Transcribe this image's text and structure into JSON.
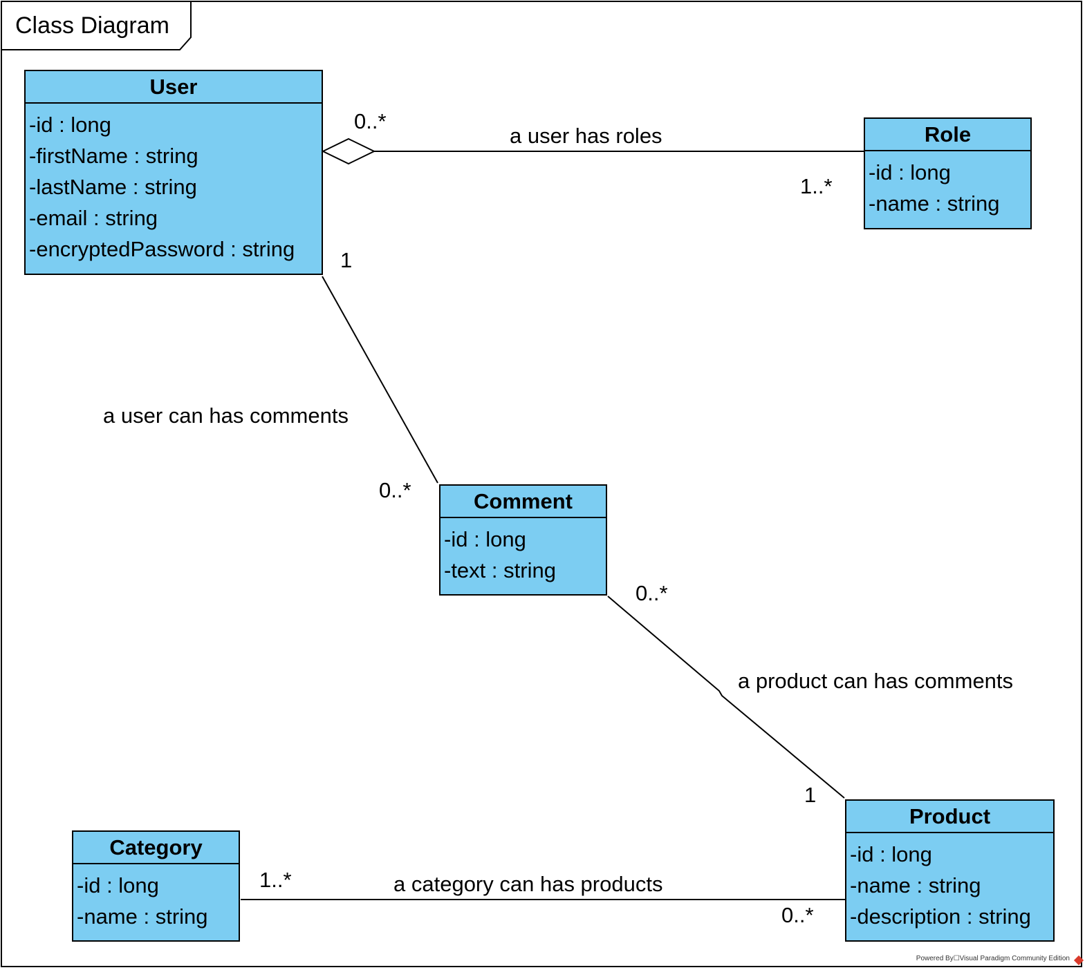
{
  "frame": {
    "title": "Class Diagram"
  },
  "classes": {
    "user": {
      "name": "User",
      "attributes": [
        "-id : long",
        "-firstName : string",
        "-lastName : string",
        "-email : string",
        "-encryptedPassword : string"
      ]
    },
    "role": {
      "name": "Role",
      "attributes": [
        "-id : long",
        "-name : string"
      ]
    },
    "comment": {
      "name": "Comment",
      "attributes": [
        "-id : long",
        "-text : string"
      ]
    },
    "product": {
      "name": "Product",
      "attributes": [
        "-id : long",
        "-name : string",
        "-description : string"
      ]
    },
    "category": {
      "name": "Category",
      "attributes": [
        "-id : long",
        "-name : string"
      ]
    }
  },
  "associations": {
    "user_role": {
      "label": "a user has roles",
      "source_multiplicity": "0..*",
      "target_multiplicity": "1..*",
      "kind": "aggregation"
    },
    "user_comment": {
      "label": "a user can has comments",
      "source_multiplicity": "1",
      "target_multiplicity": "0..*",
      "kind": "association"
    },
    "comment_product": {
      "label": "a product can has comments",
      "source_multiplicity": "0..*",
      "target_multiplicity": "1",
      "kind": "association"
    },
    "category_product": {
      "label": "a category can has products",
      "source_multiplicity": "1..*",
      "target_multiplicity": "0..*",
      "kind": "association"
    }
  },
  "footer": {
    "text": "Powered By☐Visual Paradigm Community Edition"
  },
  "colors": {
    "class_fill": "#7ccdf2",
    "line": "#000000",
    "background": "#ffffff",
    "logo": "#d93a2b"
  }
}
